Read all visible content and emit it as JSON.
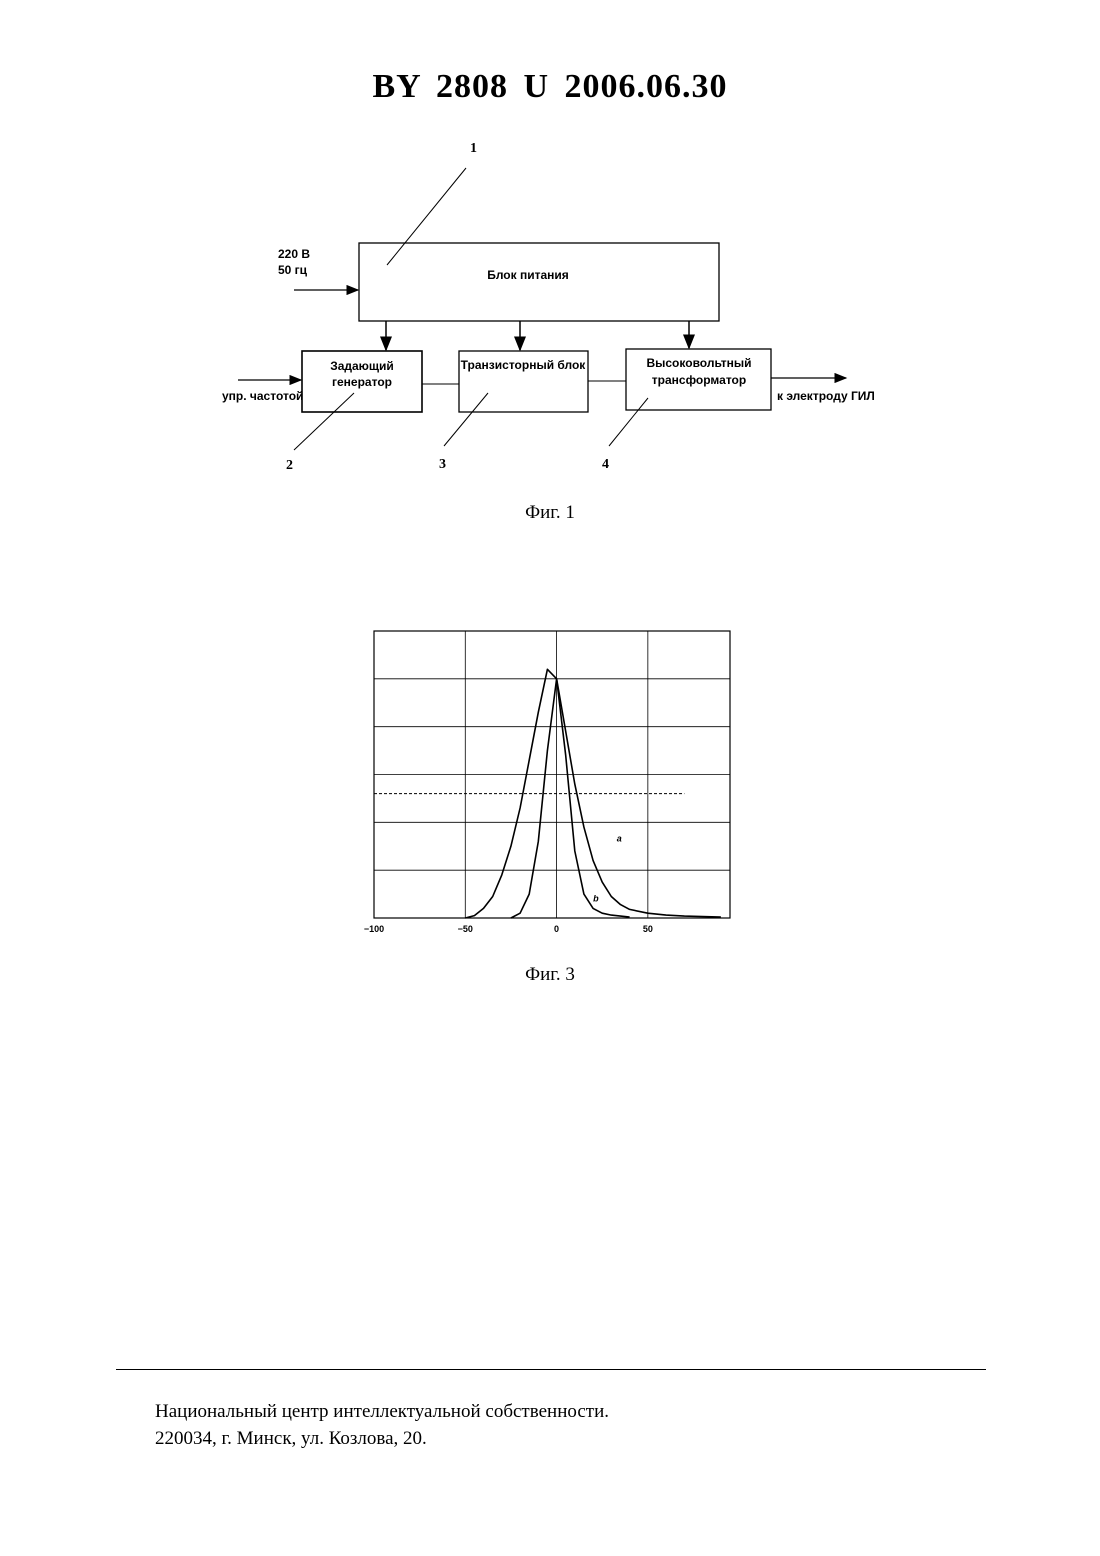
{
  "header": {
    "title": "BY  2808  U  2006.06.30"
  },
  "figure1": {
    "caption": "Фиг. 1",
    "power_input": {
      "line1": "220 В",
      "line2": "50 гц"
    },
    "blocks": {
      "power_supply": "Блок питания",
      "master_generator": {
        "line1": "Задающий",
        "line2": "генератор"
      },
      "transistor_block": "Транзисторный блок",
      "hv_transformer": {
        "line1": "Высоковольтный",
        "line2": "трансформатор"
      }
    },
    "freq_control_label": "упр. частотой",
    "output_label": "к электроду ГИЛ",
    "callouts": {
      "c1": "1",
      "c2": "2",
      "c3": "3",
      "c4": "4"
    }
  },
  "figure3": {
    "caption": "Фиг. 3",
    "chart_data": {
      "type": "line",
      "title": "",
      "xlabel": "",
      "ylabel": "",
      "xlim": [
        -100,
        95
      ],
      "ylim": [
        0,
        6
      ],
      "x_ticks": [
        "−100",
        "−50",
        "0",
        "50"
      ],
      "grid": true,
      "threshold_line": {
        "y": 2.6,
        "style": "dashed",
        "x_range": [
          -100,
          70
        ]
      },
      "series": [
        {
          "name": "a",
          "x": [
            -50,
            -45,
            -40,
            -35,
            -30,
            -25,
            -20,
            -15,
            -10,
            -5,
            0,
            5,
            10,
            15,
            20,
            25,
            30,
            35,
            40,
            50,
            60,
            70,
            80,
            90
          ],
          "y": [
            0.0,
            0.05,
            0.2,
            0.45,
            0.9,
            1.5,
            2.3,
            3.3,
            4.3,
            5.2,
            5.0,
            3.9,
            2.8,
            1.9,
            1.2,
            0.75,
            0.45,
            0.28,
            0.18,
            0.1,
            0.06,
            0.04,
            0.03,
            0.02
          ]
        },
        {
          "name": "b",
          "x": [
            -25,
            -20,
            -15,
            -10,
            -5,
            0,
            5,
            10,
            15,
            20,
            25,
            30,
            35,
            40
          ],
          "y": [
            0.0,
            0.1,
            0.5,
            1.6,
            3.5,
            5.0,
            3.4,
            1.4,
            0.5,
            0.2,
            0.1,
            0.06,
            0.04,
            0.02
          ]
        }
      ]
    }
  },
  "footer": {
    "line1": "Национальный центр интеллектуальной собственности.",
    "line2": "220034, г. Минск, ул. Козлова, 20."
  }
}
